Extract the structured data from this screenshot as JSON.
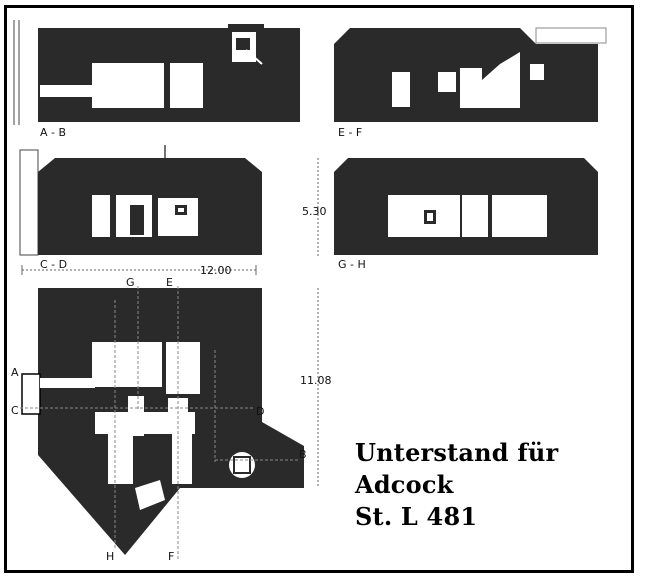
{
  "sections": {
    "ab": "A - B",
    "ef": "E - F",
    "cd": "C - D",
    "gh": "G - H"
  },
  "dimensions": {
    "width": "12.00",
    "height_section": "5.30",
    "depth": "11.08"
  },
  "plan_markers": {
    "a": "A",
    "b": "B",
    "c": "C",
    "d": "D",
    "e": "E",
    "f": "F",
    "g": "G",
    "h": "H"
  },
  "title": {
    "line1": "Unterstand für",
    "line2": "Adcock",
    "line3": "St. L 481"
  },
  "colors": {
    "wall": "#2a2a2a",
    "void": "#ffffff",
    "line": "#888888"
  }
}
